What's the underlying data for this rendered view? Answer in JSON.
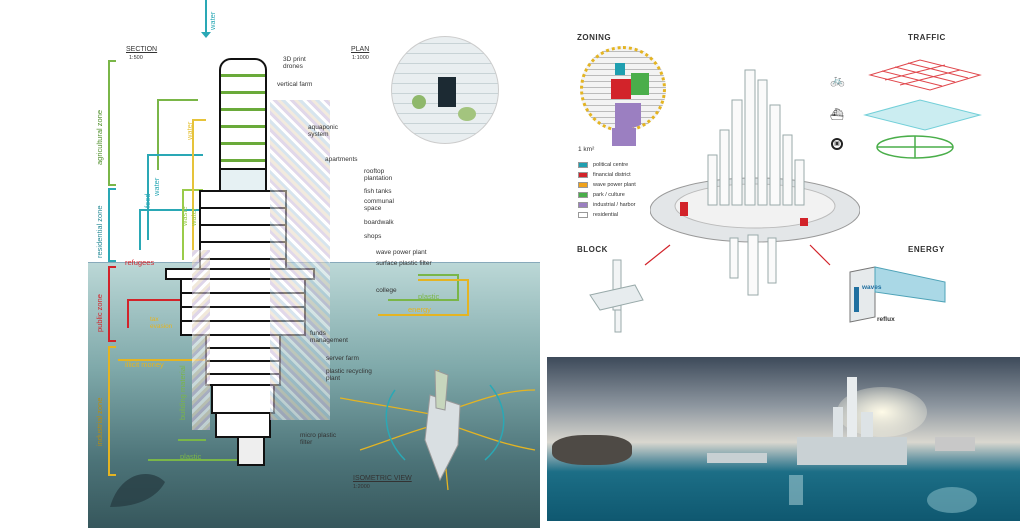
{
  "top_flow": {
    "water": "water"
  },
  "section": {
    "title": "SECTION",
    "scale": "1:500"
  },
  "plan": {
    "title": "PLAN",
    "scale": "1:1000"
  },
  "zones": {
    "agricultural": "agricultural zone",
    "residential": "residential zone",
    "public": "public zone",
    "industrial": "industrial zone"
  },
  "flows": {
    "food": "food",
    "water_left": "water",
    "water_mid": "water",
    "waste_water": "waste\nwater",
    "refugees": "refugees",
    "plastic_right": "plastic",
    "energy_right": "energy",
    "illicit_money": "illicit money",
    "building_material": "building material",
    "plastic_bottom": "plastic",
    "tax_evasion": "tax\nevasion"
  },
  "section_labels": [
    "3D print\ndrones",
    "vertical farm",
    "aquaponic\nsystem",
    "apartments",
    "rooftop\nplantation",
    "fish tanks",
    "communal\nspace",
    "boardwalk",
    "shops",
    "wave power plant",
    "surface plastic filter",
    "college",
    "funds\nmanagement",
    "server farm",
    "plastic recycling\nplant",
    "micro plastic\nfilter"
  ],
  "isometric": {
    "title": "ISOMETRIC VIEW",
    "scale": "1:2000"
  },
  "zoning": {
    "title": "ZONING",
    "scale_note": "1 km²"
  },
  "legend": [
    {
      "label": "political centre",
      "color": "#1f9fb0"
    },
    {
      "label": "financial district",
      "color": "#d2232a"
    },
    {
      "label": "wave power plant",
      "color": "#f0a21b"
    },
    {
      "label": "park / culture",
      "color": "#4aae4a"
    },
    {
      "label": "industrial / harbor",
      "color": "#9b7fc1"
    },
    {
      "label": "residential",
      "color": "#ffffff"
    }
  ],
  "traffic": {
    "title": "TRAFFIC",
    "icons": [
      "bicycle-icon",
      "boat-icon",
      "metro-icon"
    ]
  },
  "block": {
    "title": "BLOCK"
  },
  "energy": {
    "title": "ENERGY",
    "waves": "waves",
    "reflux": "reflux"
  }
}
